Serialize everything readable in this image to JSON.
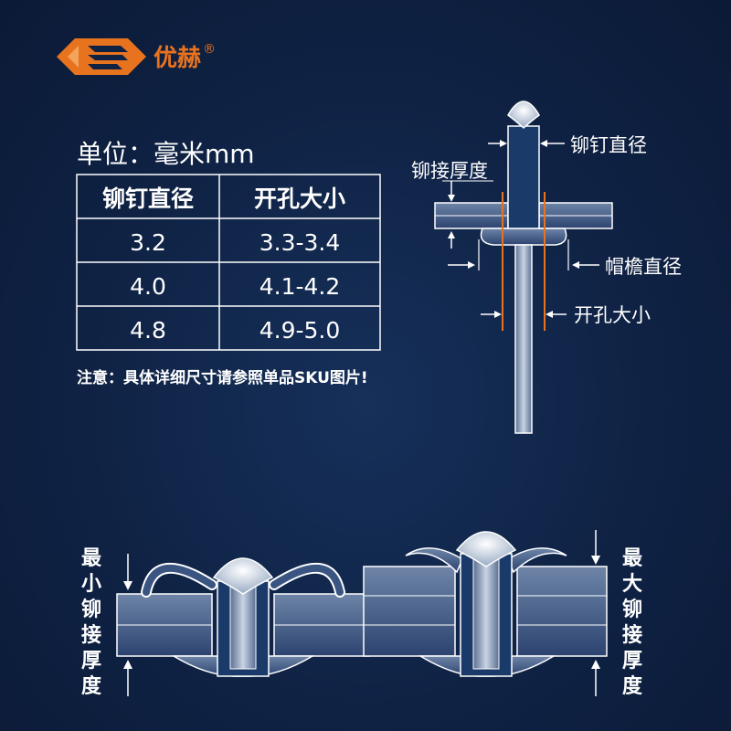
{
  "brand": {
    "name": "优赫",
    "mark": "®",
    "logo_color": "#e8731f"
  },
  "unit_label": "单位：毫米mm",
  "table": {
    "headers": [
      "铆钉直径",
      "开孔大小"
    ],
    "rows": [
      [
        "3.2",
        "3.3-3.4"
      ],
      [
        "4.0",
        "4.1-4.2"
      ],
      [
        "4.8",
        "4.9-5.0"
      ]
    ]
  },
  "note": "注意：具体详细尺寸请参照单品SKU图片!",
  "diagram_labels": {
    "rivet_diameter": "铆钉直径",
    "grip_thickness": "铆接厚度",
    "head_diameter": "帽檐直径",
    "hole_size": "开孔大小"
  },
  "bottom_labels": {
    "min_grip": [
      "最",
      "小",
      "铆",
      "接",
      "厚",
      "度"
    ],
    "max_grip": [
      "最",
      "大",
      "铆",
      "接",
      "厚",
      "度"
    ]
  },
  "colors": {
    "background": "#0f2244",
    "accent_orange": "#e8731f",
    "line": "#ffffff",
    "plate": "#8fa3c0"
  }
}
